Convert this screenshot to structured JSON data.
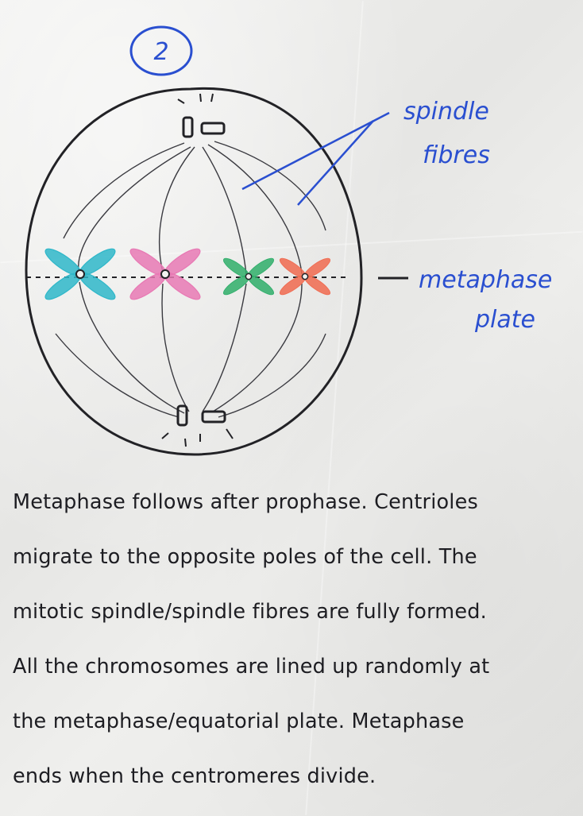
{
  "page": {
    "step_number": "2"
  },
  "labels": {
    "spindle_line1": "spindle",
    "spindle_line2": "fibres",
    "plate_line1": "metaphase",
    "plate_line2": "plate"
  },
  "caption": {
    "lines": [
      "Metaphase follows after prophase. Centrioles",
      "migrate to the opposite poles of the cell. The",
      "mitotic spindle/spindle fibres are fully formed.",
      "All the chromosomes are lined up randomly at",
      "the metaphase/equatorial plate. Metaphase",
      "ends when the centromeres divide."
    ]
  },
  "chromosomes": [
    {
      "color": "#2fb7c9",
      "name": "chromosome-teal"
    },
    {
      "color": "#e879b4",
      "name": "chromosome-pink"
    },
    {
      "color": "#2fae6a",
      "name": "chromosome-green"
    },
    {
      "color": "#f06a4f",
      "name": "chromosome-orange"
    }
  ],
  "colors": {
    "ink": "#222226",
    "annotation_blue": "#2a4fd0",
    "paper": "#ececea"
  }
}
